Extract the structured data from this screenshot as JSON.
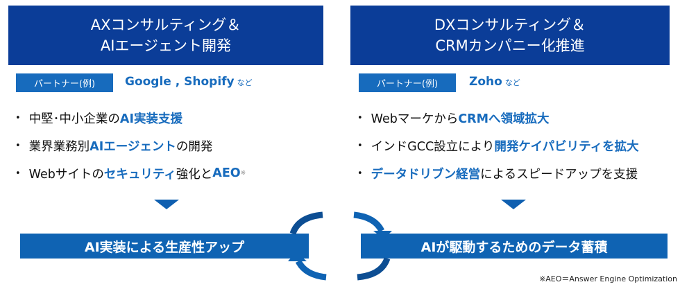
{
  "left": {
    "title_line1": "AXコンサルティング＆",
    "title_line2": "AIエージェント開発",
    "partner_label": "パートナー(例)",
    "partners": "Google , Shopify",
    "partners_suffix": "など",
    "bullets": [
      [
        {
          "t": "中堅･中小企業の",
          "hl": false
        },
        {
          "t": "AI実装支援",
          "hl": true
        }
      ],
      [
        {
          "t": "業界業務別",
          "hl": false
        },
        {
          "t": "AIエージェント",
          "hl": true
        },
        {
          "t": "の開発",
          "hl": false
        }
      ],
      [
        {
          "t": "Webサイトの",
          "hl": false
        },
        {
          "t": "セキュリティ",
          "hl": true
        },
        {
          "t": "強化と",
          "hl": false
        },
        {
          "t": "AEO",
          "hl": true
        }
      ]
    ],
    "bullet3_sup": "※",
    "result": "AI実装による生産性アップ"
  },
  "right": {
    "title_line1": "DXコンサルティング＆",
    "title_line2": "CRMカンパニー化推進",
    "partner_label": "パートナー(例)",
    "partners": "Zoho",
    "partners_suffix": "など",
    "bullets": [
      [
        {
          "t": "Webマーケから",
          "hl": false
        },
        {
          "t": "CRMへ領域拡大",
          "hl": true
        }
      ],
      [
        {
          "t": "インドGCC設立により",
          "hl": false
        },
        {
          "t": "開発ケイパビリティを拡大",
          "hl": true
        }
      ],
      [
        {
          "t": "データドリブン経営",
          "hl": true
        },
        {
          "t": "によるスピードアップを支援",
          "hl": false
        }
      ]
    ],
    "result": "AIが駆動するためのデータ蓄積"
  },
  "footnote": "※AEO＝Answer Engine Optimization",
  "colors": {
    "header": "#0b3d98",
    "accent": "#176bbd",
    "bar": "#0f63b3"
  }
}
